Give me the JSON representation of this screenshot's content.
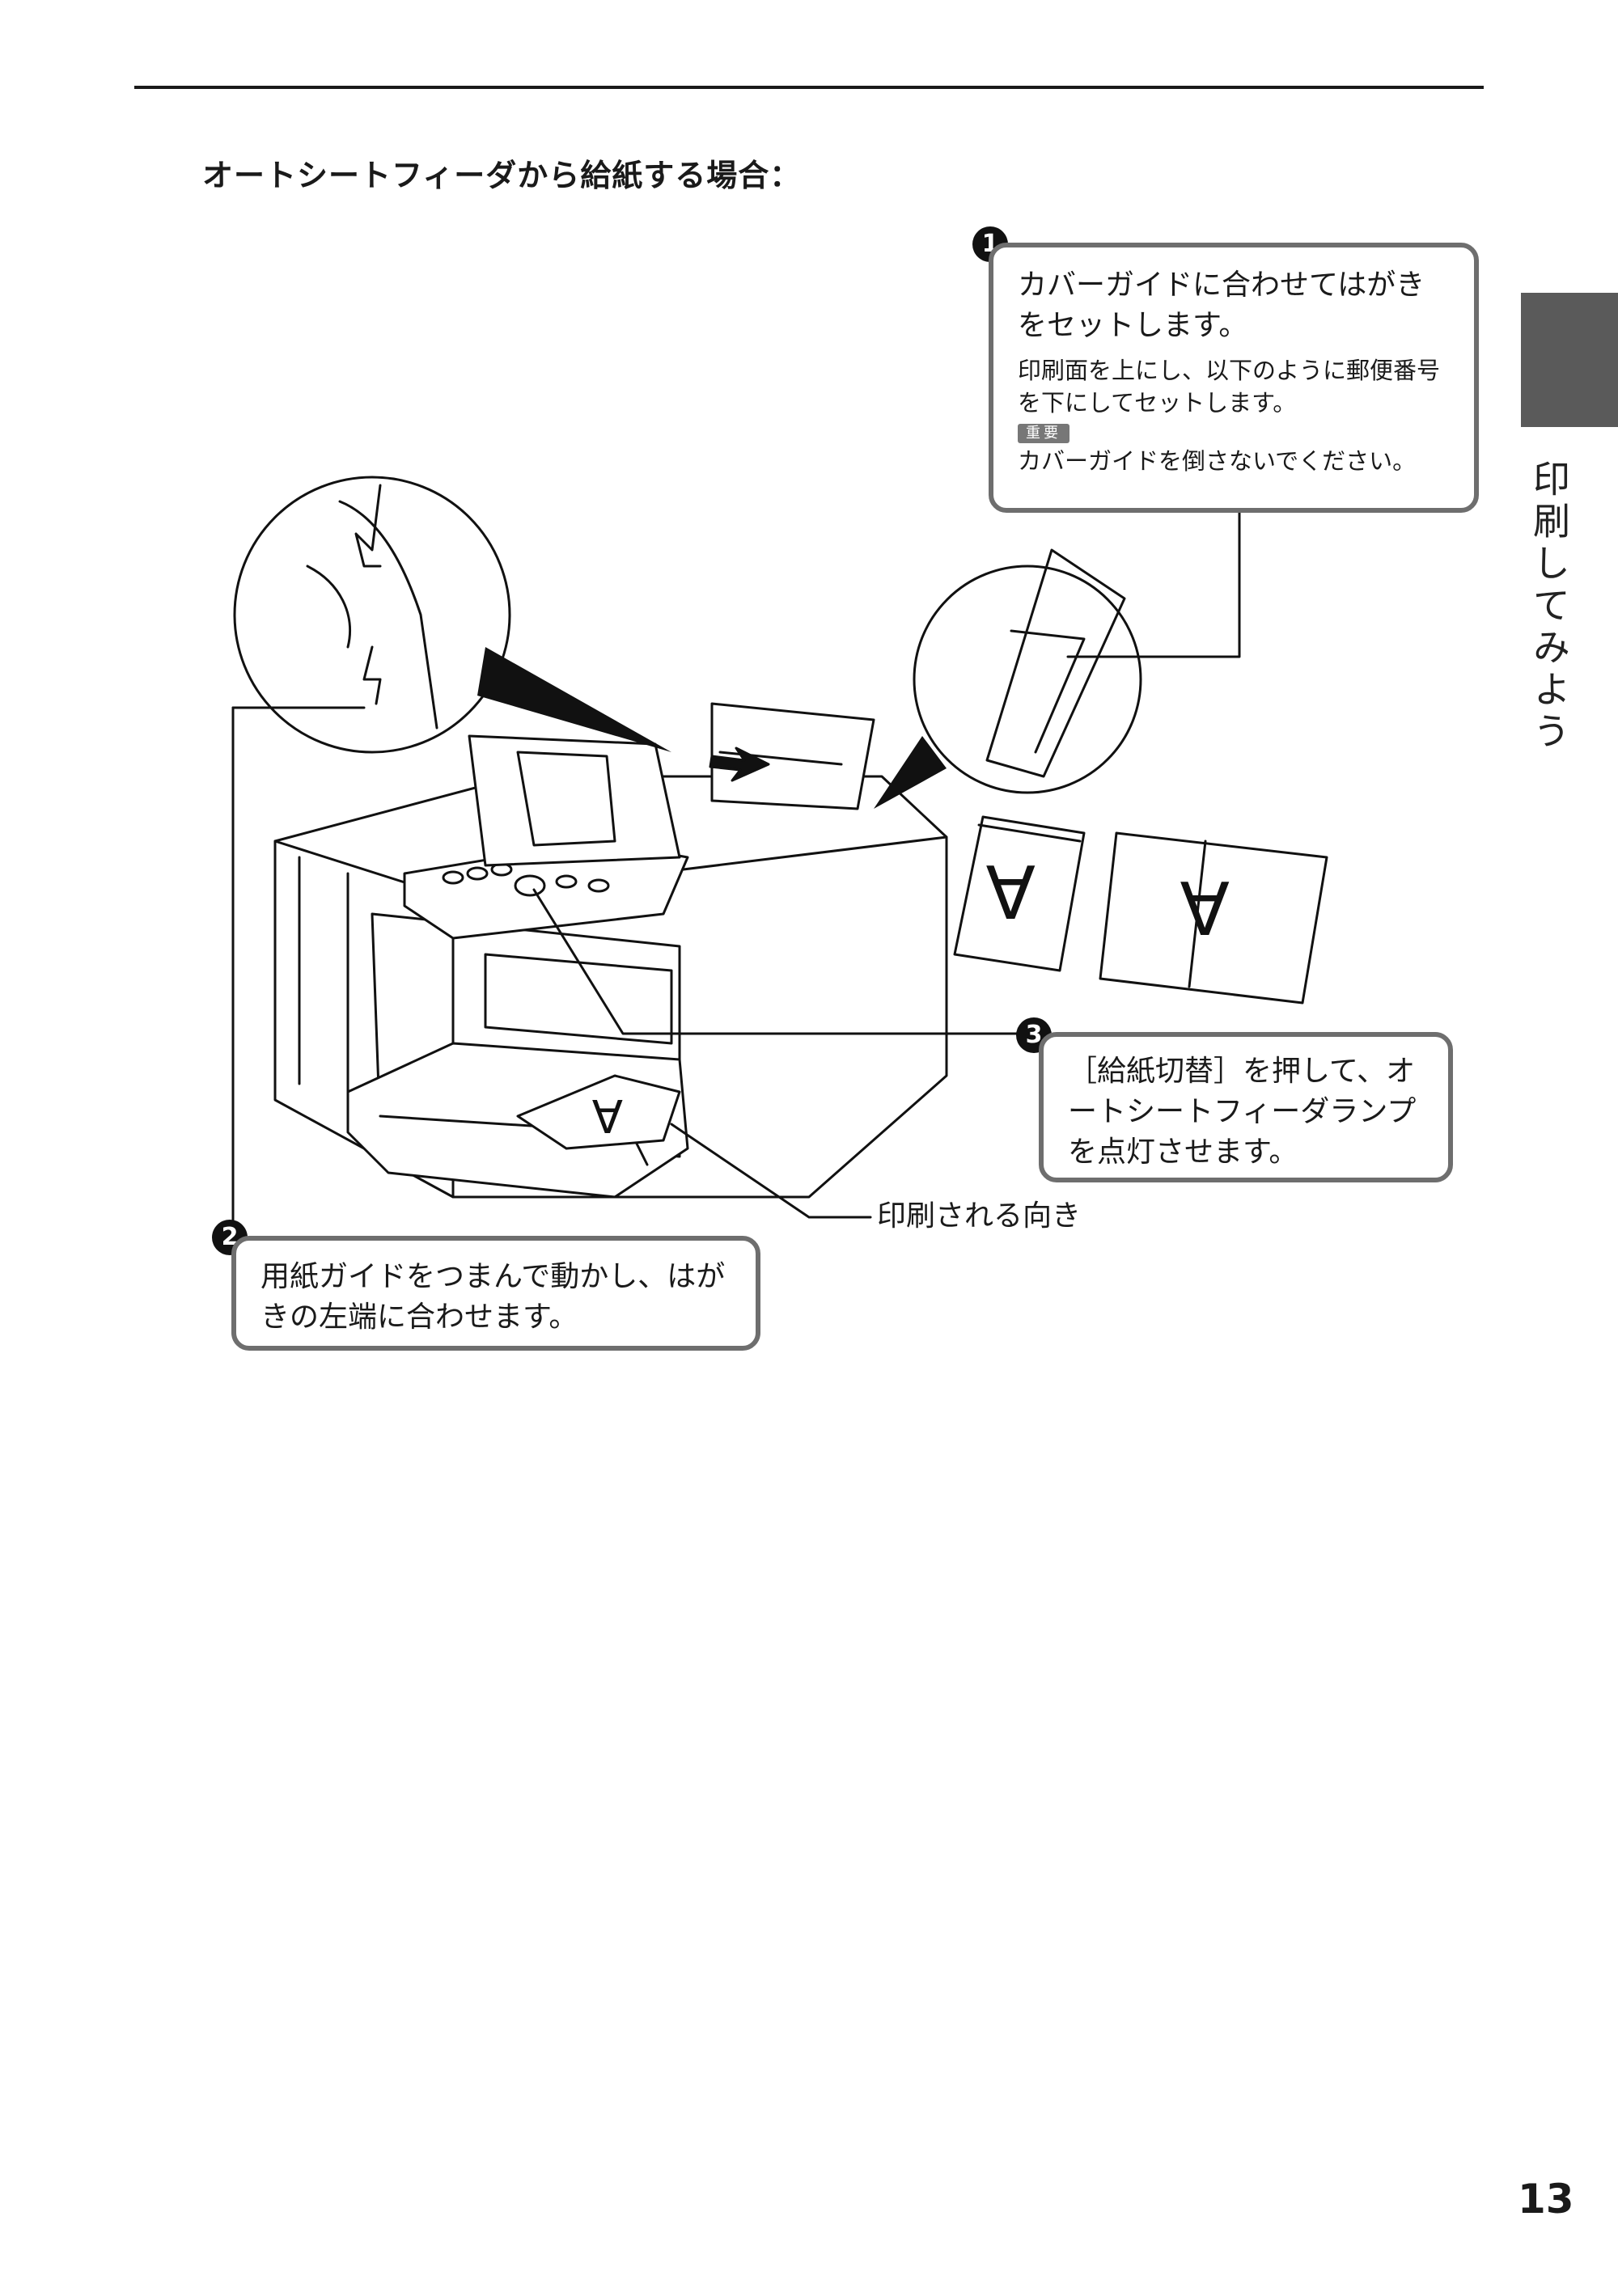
{
  "heading": "オートシートフィーダから給紙する場合：",
  "side_tab": {
    "title": "印刷してみよう"
  },
  "step1": {
    "number": "1",
    "main": "カバーガイドに合わせてはがきをセットします。",
    "sub": "印刷面を上にし、以下のように郵便番号を下にしてセットします。",
    "badge": "重要",
    "note": "カバーガイドを倒さないでください。"
  },
  "step2": {
    "number": "2",
    "main": "用紙ガイドをつまんで動かし、はがきの左端に合わせます。"
  },
  "step3": {
    "number": "3",
    "main": "［給紙切替］を押して、オートシートフィーダランプを点灯させます。"
  },
  "print_direction_label": "印刷される向き",
  "page_number": "13",
  "colors": {
    "text": "#1a1a1a",
    "callout_border": "#6e6e6e",
    "tab": "#5a5a5a"
  }
}
